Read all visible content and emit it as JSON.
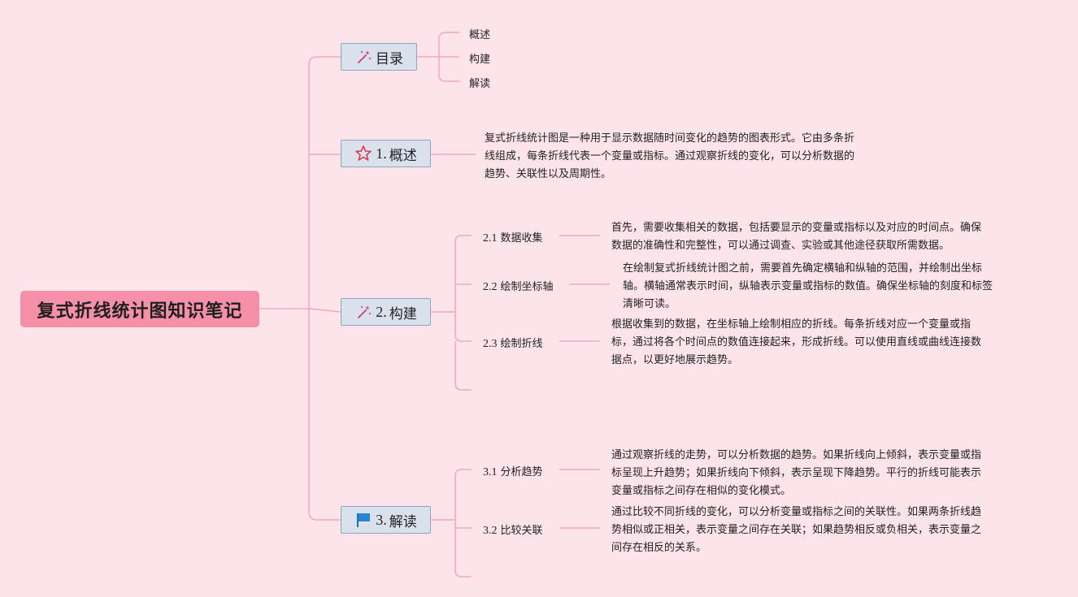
{
  "root": {
    "title": "复式折线统计图知识笔记"
  },
  "toc": {
    "label": "目录",
    "icon": "sparkle-wand-icon",
    "items": [
      "概述",
      "构建",
      "解读"
    ]
  },
  "overview": {
    "num": "1.",
    "label": "概述",
    "icon": "star-icon",
    "text_lines": [
      "复式折线统计图是一种用于显示数据随时间变化的趋势的图表形式。它由多条折",
      "线组成，每条折线代表一个变量或指标。通过观察折线的变化，可以分析数据的",
      "趋势、关联性以及周期性。"
    ]
  },
  "build": {
    "num": "2.",
    "label": "构建",
    "icon": "sparkle-wand-icon",
    "subs": [
      {
        "num": "2.1",
        "label": "数据收集",
        "lines": [
          "首先，需要收集相关的数据，包括要显示的变量或指标以及对应的时间点。确保",
          "数据的准确性和完整性，可以通过调查、实验或其他途径获取所需数据。"
        ]
      },
      {
        "num": "2.2",
        "label": "绘制坐标轴",
        "lines": [
          "在绘制复式折线统计图之前，需要首先确定横轴和纵轴的范围，并绘制出坐标",
          "轴。横轴通常表示时间，纵轴表示变量或指标的数值。确保坐标轴的刻度和标签",
          "清晰可读。"
        ]
      },
      {
        "num": "2.3",
        "label": "绘制折线",
        "lines": [
          "根据收集到的数据，在坐标轴上绘制相应的折线。每条折线对应一个变量或指",
          "标，通过将各个时间点的数值连接起来，形成折线。可以使用直线或曲线连接数",
          "据点，以更好地展示趋势。"
        ]
      }
    ]
  },
  "interpret": {
    "num": "3.",
    "label": "解读",
    "icon": "flag-icon",
    "subs": [
      {
        "num": "3.1",
        "label": "分析趋势",
        "lines": [
          "通过观察折线的走势，可以分析数据的趋势。如果折线向上倾斜，表示变量或指",
          "标呈现上升趋势；如果折线向下倾斜，表示呈现下降趋势。平行的折线可能表示",
          "变量或指标之间存在相似的变化模式。"
        ]
      },
      {
        "num": "3.2",
        "label": "比较关联",
        "lines": [
          "通过比较不同折线的变化，可以分析变量或指标之间的关联性。如果两条折线趋",
          "势相似或正相关，表示变量之间存在关联；如果趋势相反或负相关，表示变量之",
          "间存在相反的关系。"
        ]
      }
    ]
  },
  "colors": {
    "background": "#fde3ea",
    "root": "#f690a8",
    "connector": "#f4aabd",
    "topic_fill": "#d9e2ec",
    "topic_border": "#8fa4b6"
  }
}
